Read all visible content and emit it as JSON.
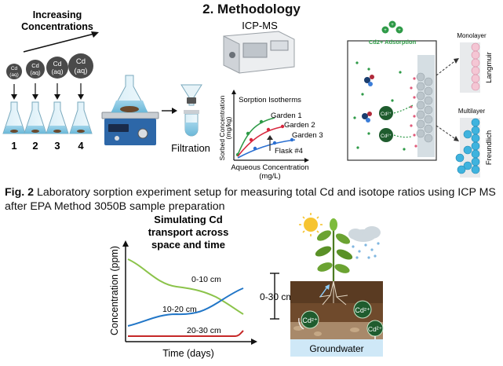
{
  "header": {
    "title": "2. Methodology"
  },
  "panel_concentration": {
    "label_line1": "Increasing",
    "label_line2": "Concentrations",
    "circles": [
      {
        "line1": "Cd",
        "line2": "(aq)"
      },
      {
        "line1": "Cd",
        "line2": "(aq)"
      },
      {
        "line1": "Cd",
        "line2": "(aq)"
      },
      {
        "line1": "Cd",
        "line2": "(aq)"
      }
    ],
    "flask_numbers": [
      "1",
      "2",
      "3",
      "4"
    ]
  },
  "panel_filtration": {
    "label": "Filtration"
  },
  "panel_icpms": {
    "label": "ICP-MS"
  },
  "panel_isotherm": {
    "title": "Sorption Isotherms",
    "ylabel_line1": "Sorbed Concentration",
    "ylabel_line2": "(mg/kg)",
    "xlabel_line1": "Aqueous Concentration",
    "xlabel_line2": "(mg/L)",
    "series": [
      "Garden 1",
      "Garden 2",
      "Garden 3",
      "Flask #4"
    ],
    "colors": [
      "#2e9a47",
      "#d7263d",
      "#2a6fd1",
      "#2a2a2a"
    ]
  },
  "panel_adsorption": {
    "title": "Cd2+ Adsorption",
    "ion_label": "Cd²⁺",
    "monolayer": "Monolayer",
    "langmuir": "Langmuir",
    "multilayer": "Multilayer",
    "freundlich": "Freundlich"
  },
  "caption": {
    "label": "Fig. 2",
    "text": " Laboratory sorption experiment setup for measuring total Cd and isotope ratios using ICP MS after EPA Method 3050B sample preparation"
  },
  "transport_chart": {
    "title_line1": "Simulating Cd",
    "title_line2": "transport across",
    "title_line3": "space and time",
    "ylabel": "Concentration (ppm)",
    "xlabel": "Time (days)",
    "series": [
      {
        "name": "0-10 cm",
        "color": "#8bc34a"
      },
      {
        "name": "10-20 cm",
        "color": "#2176c7"
      },
      {
        "name": "20-30 cm",
        "color": "#c62828"
      }
    ]
  },
  "soil_panel": {
    "depth_label": "0-30 cm",
    "ion_label": "Cd²⁺",
    "groundwater": "Groundwater"
  }
}
